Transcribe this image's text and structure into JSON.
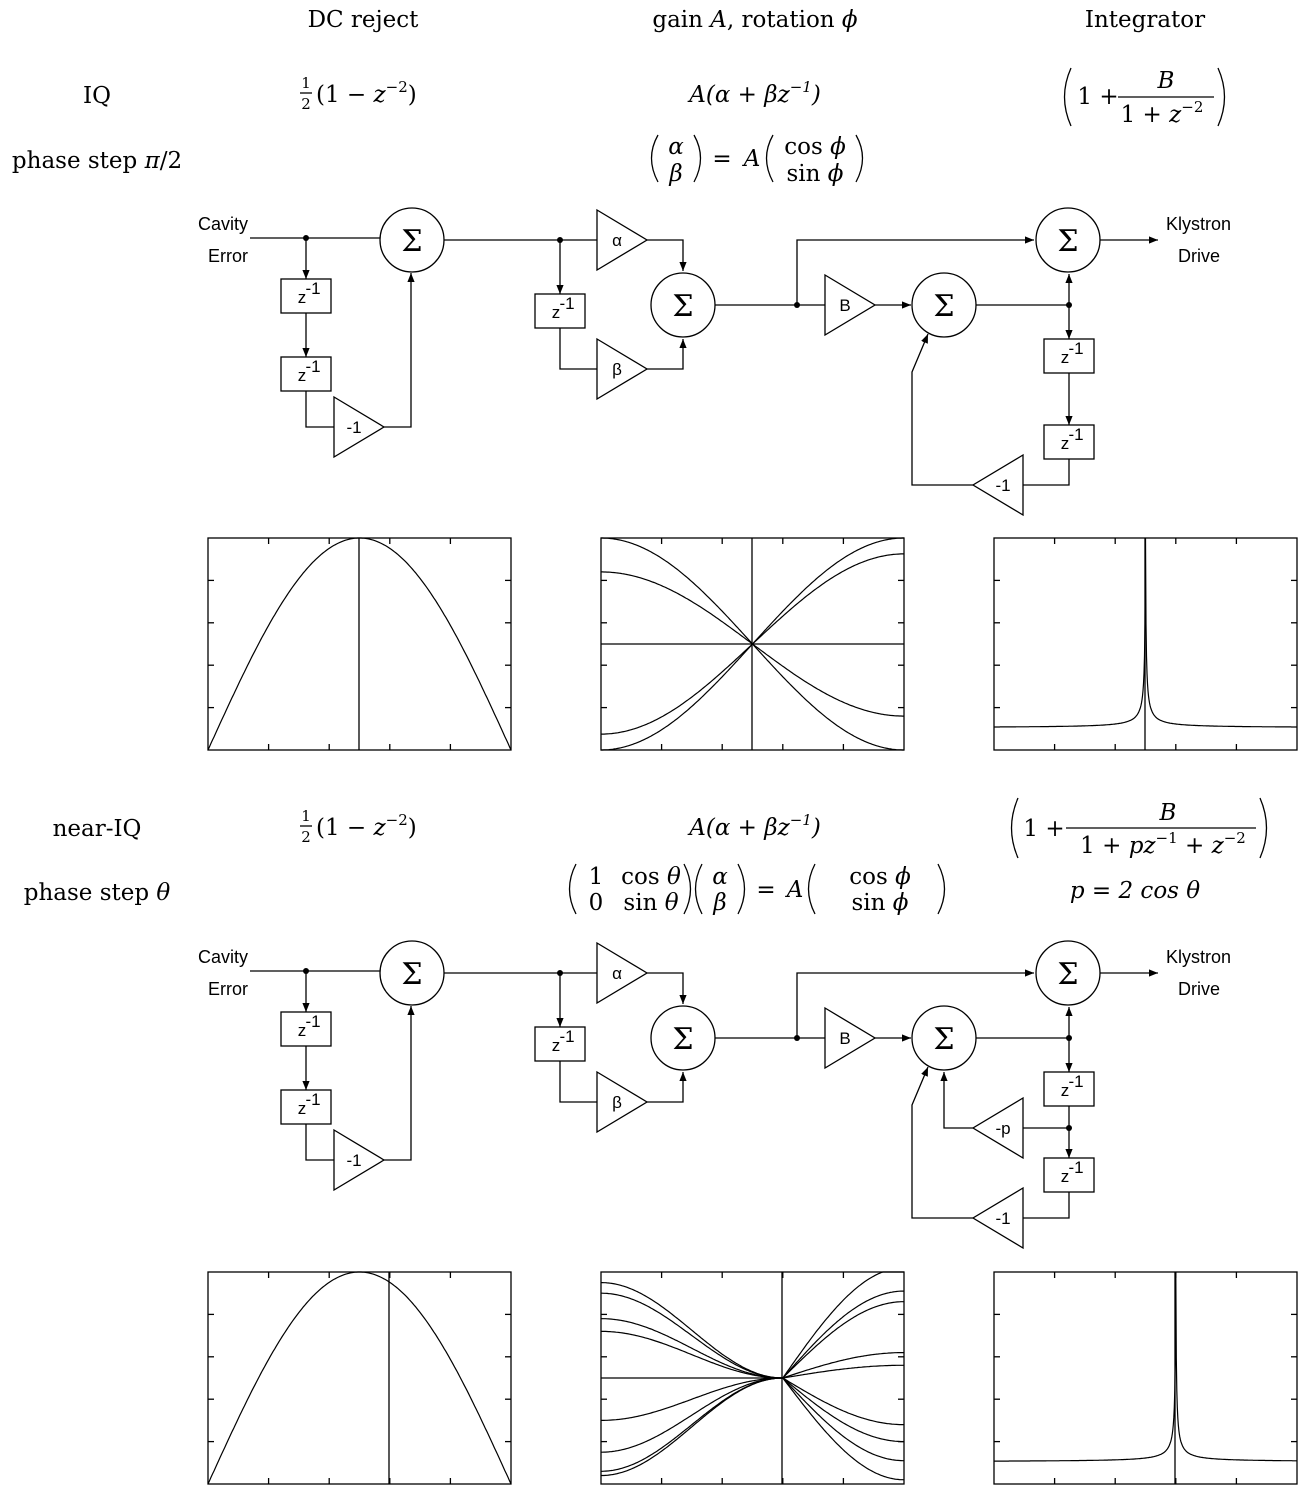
{
  "headers": {
    "dc_reject": "DC reject",
    "gain_rotation": "gain A, rotation ϕ",
    "integrator": "Integrator"
  },
  "rows": [
    {
      "mode_label": "IQ",
      "step_label": "phase step π/2",
      "dc_formula": "½(1 − z⁻²)",
      "gain_formula": "A(α + βz⁻¹)",
      "gain_matrix": "(α β) = A (cos ϕ sin ϕ)",
      "integrator_formula": "(1 + B/(1 + z⁻²))",
      "integrator_note": ""
    },
    {
      "mode_label": "near-IQ",
      "step_label": "phase step θ",
      "dc_formula": "½(1 − z⁻²)",
      "gain_formula": "A(α + βz⁻¹)",
      "gain_matrix": "(1 cos θ; 0 sin θ)(α β) = A (cos ϕ sin ϕ)",
      "integrator_formula": "(1 + B/(1 + pz⁻¹ + z⁻²))",
      "integrator_note": "p = 2 cos θ"
    }
  ],
  "diagram": {
    "input_label_1": "Cavity",
    "input_label_2": "Error",
    "output_label_1": "Klystron",
    "output_label_2": "Drive",
    "sum_symbol": "Σ",
    "delay_label": "z-1",
    "neg_one": "-1",
    "alpha": "α",
    "beta": "β",
    "gain_b": "B",
    "neg_p": "-p"
  },
  "chart_data": [
    {
      "type": "line",
      "panel": "IQ DC reject",
      "grid": false,
      "series": [
        {
          "shape": "sine arch, peak at center"
        }
      ],
      "vertical_marker": "center"
    },
    {
      "type": "line",
      "panel": "IQ gain/rotation",
      "grid": false,
      "series_count": 5,
      "description_shape": "curves crossing at center"
    },
    {
      "type": "line",
      "panel": "IQ integrator",
      "grid": false,
      "series": [
        {
          "shape": "narrow resonance peak at center"
        }
      ]
    },
    {
      "type": "line",
      "panel": "near-IQ DC reject",
      "grid": false,
      "series": [
        {
          "shape": "sine arch, peak left of marker"
        }
      ]
    },
    {
      "type": "line",
      "panel": "near-IQ gain/rotation",
      "grid": false,
      "series_count": 9,
      "description_shape": "curves crossing right of center"
    },
    {
      "type": "line",
      "panel": "near-IQ integrator",
      "grid": false,
      "series": [
        {
          "shape": "narrow resonance peak right of center"
        }
      ]
    }
  ]
}
